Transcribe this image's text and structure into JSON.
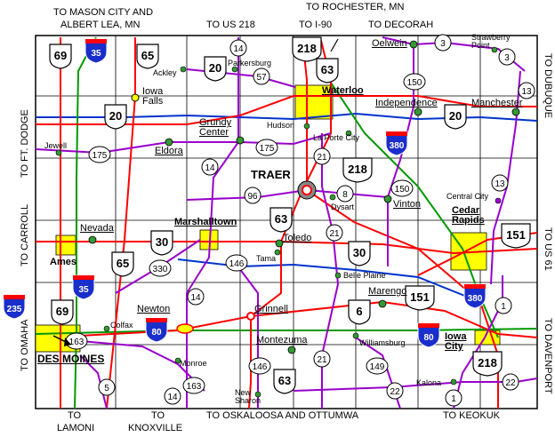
{
  "map": {
    "center_city": "TRAER",
    "edge_labels": {
      "top": [
        "TO MASON CITY AND",
        "ALBERT LEA, MN",
        "TO US 218",
        "TO I-90",
        "TO ROCHESTER, MN",
        "TO DECORAH"
      ],
      "bottom": [
        "TO",
        "LAMONI",
        "TO",
        "KNOXVILLE",
        "TO OSKALOOSA AND OTTUMWA",
        "TO KEOKUK"
      ],
      "left": [
        "TO FT. DODGE",
        "TO CARROLL",
        "TO OMAHA"
      ],
      "right": [
        "TO DUBUQUE",
        "TO US 61",
        "TO DAVENPORT"
      ]
    },
    "cities": {
      "ackley": "Ackley",
      "iowa_falls": "Iowa Falls",
      "parkersburg": "Parkersburg",
      "waterloo": "Waterloo",
      "oelwein": "Oelwein",
      "strawberry_point": "Strawberry Point",
      "independence": "Independence",
      "manchester": "Manchester",
      "jewell": "Jewell",
      "hudson": "Hudson",
      "la_porte_city": "La Porte City",
      "grundy_center": "Grundy Center",
      "eldora": "Eldora",
      "traer": "TRAER",
      "dysart": "Dysart",
      "vinton": "Vinton",
      "central_city": "Central City",
      "cedar_rapids": "Cedar Rapids",
      "nevada": "Nevada",
      "ames": "Ames",
      "marshalltown": "Marshalltown",
      "toledo": "Toledo",
      "tama": "Tama",
      "belle_plaine": "Belle Plaine",
      "marengo": "Marengo",
      "newton": "Newton",
      "colfax": "Colfax",
      "grinnell": "Grinnell",
      "des_moines": "DES MOINES",
      "montezuma": "Montezuma",
      "williamsburg": "Williamsburg",
      "iowa_city": "Iowa City",
      "monroe": "Monroe",
      "new_sharon": "New Sharon",
      "kalona": "Kalona"
    },
    "interstate_shields": [
      {
        "id": "i35-north",
        "label": "35"
      },
      {
        "id": "i380-north",
        "label": "380"
      },
      {
        "id": "i35-south",
        "label": "35"
      },
      {
        "id": "i380-south",
        "label": "380"
      },
      {
        "id": "i235",
        "label": "235"
      },
      {
        "id": "i80-west",
        "label": "80"
      },
      {
        "id": "i80-east",
        "label": "80"
      }
    ],
    "us_shields": [
      {
        "id": "us69-north",
        "label": "69"
      },
      {
        "id": "us65-north",
        "label": "65"
      },
      {
        "id": "us20-north",
        "label": "20"
      },
      {
        "id": "us218-north",
        "label": "218"
      },
      {
        "id": "us63-north",
        "label": "63"
      },
      {
        "id": "us20-west",
        "label": "20"
      },
      {
        "id": "us20-east",
        "label": "20"
      },
      {
        "id": "us218-mid",
        "label": "218"
      },
      {
        "id": "us63-mid",
        "label": "63"
      },
      {
        "id": "us30-west",
        "label": "30"
      },
      {
        "id": "us30-east",
        "label": "30"
      },
      {
        "id": "us151-east",
        "label": "151"
      },
      {
        "id": "us151-mid",
        "label": "151"
      },
      {
        "id": "us65-mid",
        "label": "65"
      },
      {
        "id": "us69-south",
        "label": "69"
      },
      {
        "id": "us6",
        "label": "6"
      },
      {
        "id": "us63-south",
        "label": "63"
      },
      {
        "id": "us218-south",
        "label": "218"
      }
    ],
    "state_shields": [
      {
        "id": "ia14-north",
        "label": "14"
      },
      {
        "id": "ia57",
        "label": "57"
      },
      {
        "id": "ia3",
        "label": "3"
      },
      {
        "id": "ia3-east",
        "label": "3"
      },
      {
        "id": "ia150-north",
        "label": "150"
      },
      {
        "id": "ia13-north",
        "label": "13"
      },
      {
        "id": "ia175-west",
        "label": "175"
      },
      {
        "id": "ia175-east",
        "label": "175"
      },
      {
        "id": "ia14-mid",
        "label": "14"
      },
      {
        "id": "ia21-north",
        "label": "21"
      },
      {
        "id": "ia96",
        "label": "96"
      },
      {
        "id": "ia8",
        "label": "8"
      },
      {
        "id": "ia150-mid",
        "label": "150"
      },
      {
        "id": "ia13-mid",
        "label": "13"
      },
      {
        "id": "ia21-mid",
        "label": "21"
      },
      {
        "id": "ia330",
        "label": "330"
      },
      {
        "id": "ia146-north",
        "label": "146"
      },
      {
        "id": "ia14-south",
        "label": "14"
      },
      {
        "id": "ia1-north",
        "label": "1"
      },
      {
        "id": "ia163-west",
        "label": "163"
      },
      {
        "id": "ia21-south",
        "label": "21"
      },
      {
        "id": "ia149",
        "label": "149"
      },
      {
        "id": "ia146-south",
        "label": "146"
      },
      {
        "id": "ia5",
        "label": "5"
      },
      {
        "id": "ia14-far-south",
        "label": "14"
      },
      {
        "id": "ia163-east",
        "label": "163"
      },
      {
        "id": "ia22-west",
        "label": "22"
      },
      {
        "id": "ia22-east",
        "label": "22"
      },
      {
        "id": "ia1-south",
        "label": "1"
      }
    ],
    "colors": {
      "us_highway": "#ff0000",
      "state_highway": "#9900cc",
      "interstate_line": "#009900",
      "interstate_shield": "#1a2ecc",
      "interstate_shield_top": "#ff0000",
      "river": "#0033cc",
      "county_line": "#000000",
      "metro_area": "#ffff00",
      "city_dot": "#339933"
    }
  }
}
